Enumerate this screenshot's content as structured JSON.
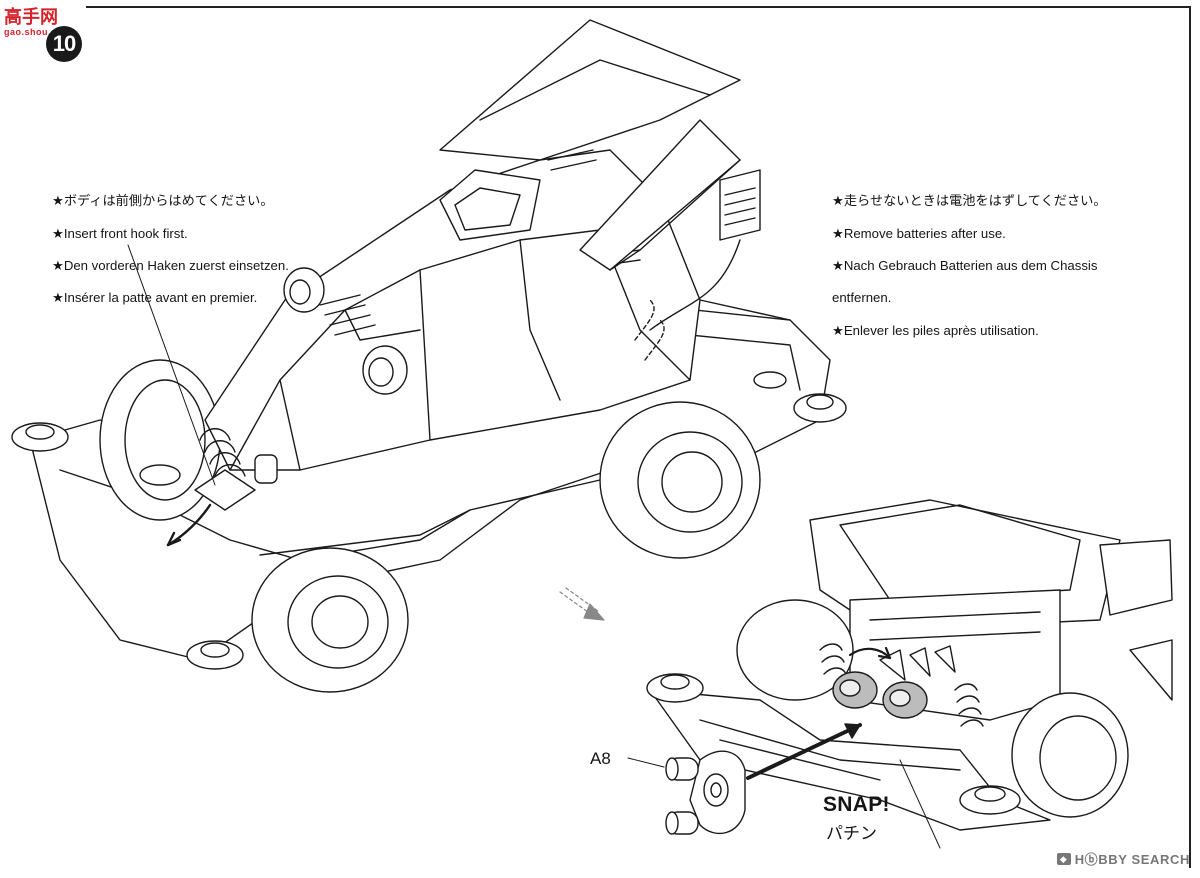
{
  "watermark_top": {
    "text": "高手网",
    "sub": "gao.shou.com"
  },
  "step_number": "10",
  "note_left": {
    "lines": [
      "★ボディは前側からはめてください。",
      "★Insert front hook first.",
      "★Den vorderen Haken zuerst einsetzen.",
      "★Insérer la patte avant en premier."
    ]
  },
  "note_right": {
    "lines": [
      "★走らせないときは電池をはずしてください。",
      "★Remove batteries after use.",
      "★Nach Gebrauch Batterien aus dem Chassis",
      "entfernen.",
      "★Enlever les piles après utilisation."
    ]
  },
  "part_label": "A8",
  "snap_label": "SNAP!",
  "snap_label_jp": "パチン",
  "watermark_bottom": {
    "icon": "hobby-search-logo-icon",
    "text": "HⓑBBY SEARCH"
  },
  "colors": {
    "ink": "#151515",
    "watermark_red": "#d4232b",
    "watermark_gray": "#777777"
  }
}
